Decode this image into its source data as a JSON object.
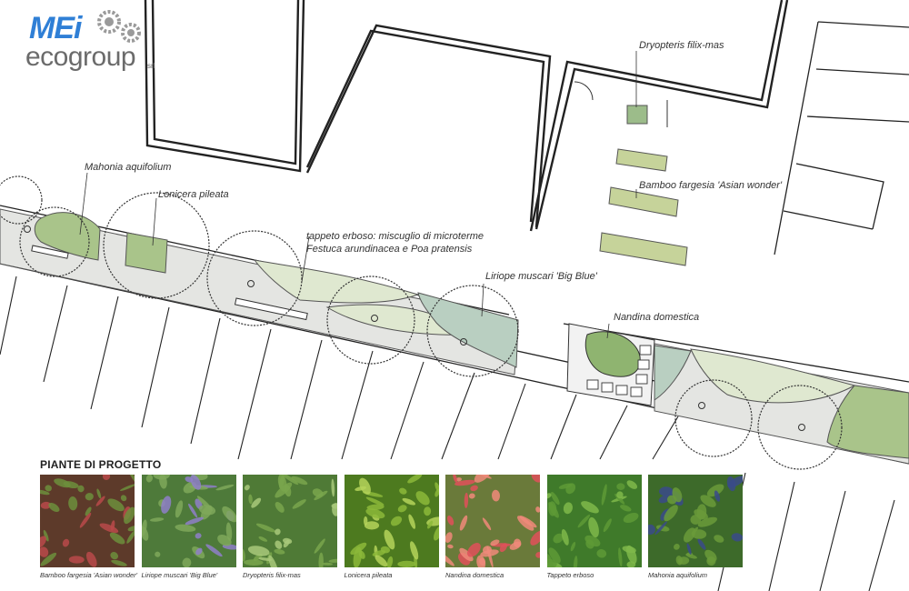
{
  "logo": {
    "brand_top": "MEi",
    "brand_bottom": "ecogroup",
    "suffix": "srl"
  },
  "labels": {
    "dryopteris": "Dryopteris filix-mas",
    "bamboo": "Bamboo fargesia 'Asian wonder'",
    "mahonia": "Mahonia aquifolium",
    "lonicera": "Lonicera pileata",
    "tappeto_line1": "tappeto erboso: miscuglio di microterme",
    "tappeto_line2": "Festuca arundinacea e Poa pratensis",
    "liriope": "Liriope muscari 'Big Blue'",
    "nandina": "Nandina domestica"
  },
  "section_title": "PIANTE DI PROGETTO",
  "plants": [
    {
      "caption": "Bamboo fargesia 'Asian wonder'",
      "base": "#5d3a2a",
      "accent": "#b84a4a",
      "leaf": "#6c8f3c",
      "icon": "bamboo-photo-icon"
    },
    {
      "caption": "Liriope muscari 'Big Blue'",
      "base": "#4e7a3a",
      "accent": "#8f7fc9",
      "leaf": "#7fa85a",
      "icon": "liriope-photo-icon"
    },
    {
      "caption": "Dryopteris filix-mas",
      "base": "#4f7a36",
      "accent": "#a8c97a",
      "leaf": "#79a64c",
      "icon": "fern-photo-icon"
    },
    {
      "caption": "Lonicera pileata",
      "base": "#4d7a1f",
      "accent": "#b5d35a",
      "leaf": "#8cb83a",
      "icon": "lonicera-photo-icon"
    },
    {
      "caption": "Nandina domestica",
      "base": "#6a7a3a",
      "accent": "#e0505a",
      "leaf": "#f08a7a",
      "icon": "nandina-photo-icon"
    },
    {
      "caption": "Tappeto erboso",
      "base": "#3f7a2a",
      "accent": "#7fb84a",
      "leaf": "#5e9a36",
      "icon": "grass-photo-icon"
    },
    {
      "caption": "Mahonia aquifolium",
      "base": "#3d6a2a",
      "accent": "#3a4a8a",
      "leaf": "#6a9a3a",
      "icon": "mahonia-photo-icon"
    }
  ],
  "colors": {
    "lawn": "#e4e5e2",
    "grass_light": "#dfe8d0",
    "grass_mid": "#c2d3a8",
    "shrub": "#a9c48a",
    "shrub_dark": "#8fb470",
    "liriope": "#b9cfc1",
    "bamboo_bed": "#c6d39a",
    "fern_bed": "#9cbc8a"
  }
}
